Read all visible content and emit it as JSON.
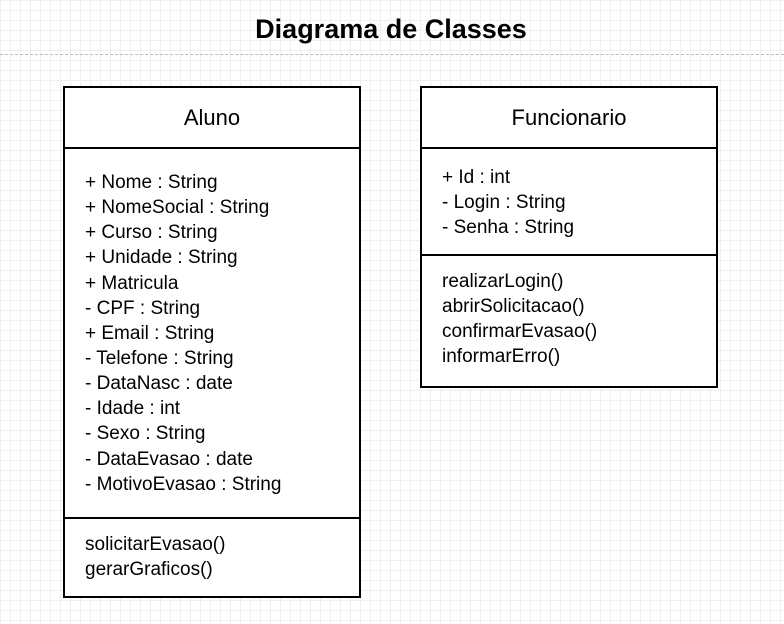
{
  "diagram": {
    "title": "Diagrama de Classes"
  },
  "classes": {
    "aluno": {
      "name": "Aluno",
      "attributes": [
        "+ Nome : String",
        "+ NomeSocial : String",
        "+ Curso : String",
        "+ Unidade : String",
        "+ Matricula",
        "- CPF : String",
        "+ Email : String",
        "- Telefone : String",
        "- DataNasc : date",
        "- Idade : int",
        "- Sexo : String",
        "- DataEvasao : date",
        "- MotivoEvasao : String"
      ],
      "methods": [
        "solicitarEvasao()",
        "gerarGraficos()"
      ]
    },
    "funcionario": {
      "name": "Funcionario",
      "attributes": [
        "+ Id : int",
        "- Login : String",
        "- Senha : String"
      ],
      "methods": [
        "realizarLogin()",
        "abrirSolicitacao()",
        "confirmarEvasao()",
        "informarErro()"
      ]
    }
  }
}
